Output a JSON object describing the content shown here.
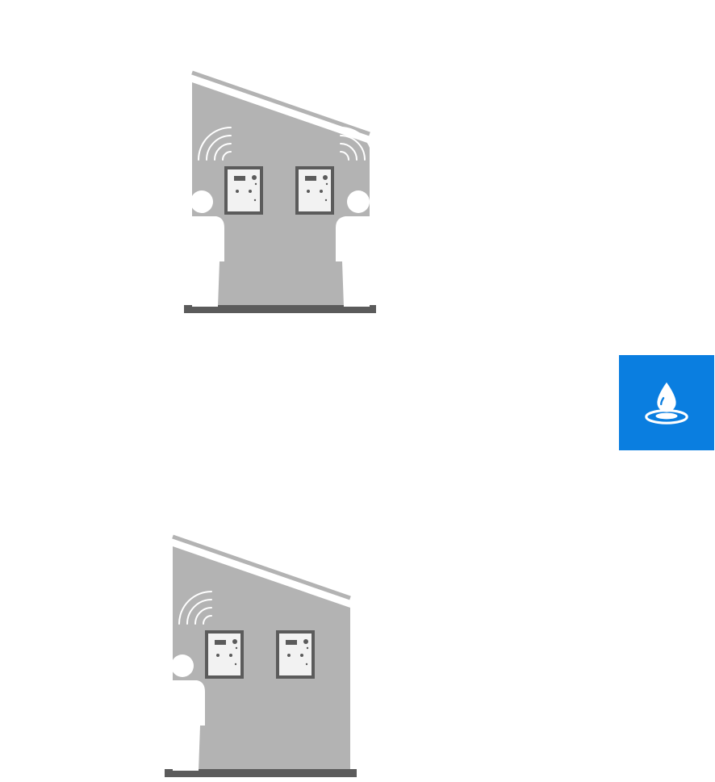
{
  "colors": {
    "background": "#ffffff",
    "wall": "#b3b3b3",
    "floor": "#5b5b5b",
    "device_frame": "#5b5b5b",
    "device_face": "#f2f2f2",
    "figure": "#ffffff",
    "tile": "#0a7ee0"
  },
  "icons": {
    "water": "water-drop-ripple-icon",
    "wifi": "wireless-signal-icon",
    "person": "person-silhouette-icon",
    "device": "control-panel-device-icon"
  },
  "scenes": [
    {
      "name": "two-person-scene",
      "persons": 2,
      "devices": 2
    },
    {
      "name": "one-person-scene",
      "persons": 1,
      "devices": 2
    }
  ]
}
